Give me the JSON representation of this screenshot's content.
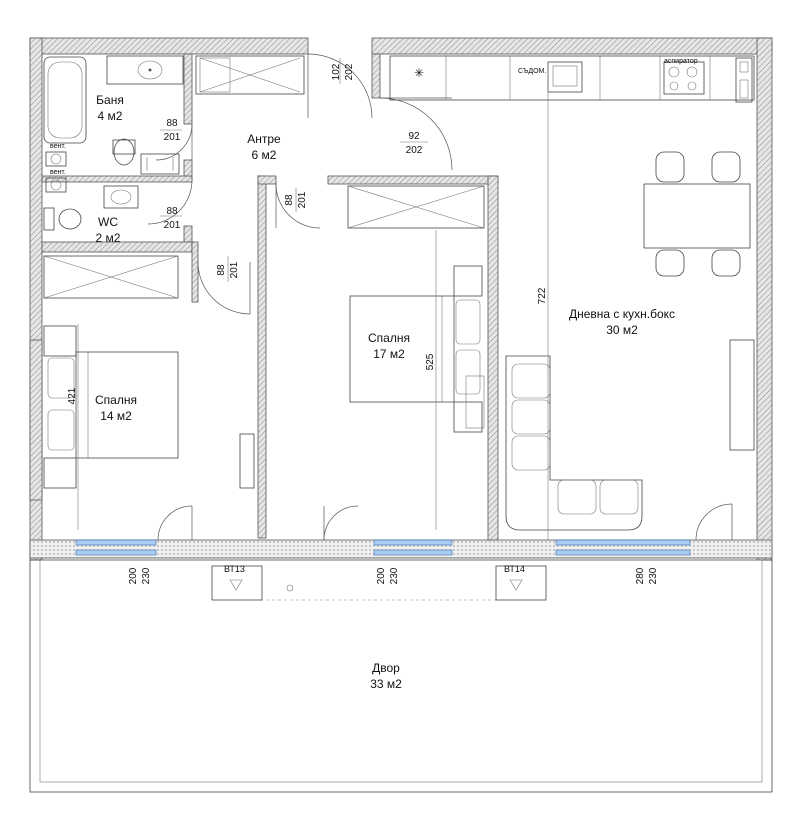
{
  "rooms": {
    "bath": {
      "name": "Баня",
      "area": "4 м2"
    },
    "hall": {
      "name": "Антре",
      "area": "6 м2"
    },
    "wc": {
      "name": "WC",
      "area": "2 м2"
    },
    "bedroom1": {
      "name": "Спалня",
      "area": "14 м2"
    },
    "bedroom2": {
      "name": "Спалня",
      "area": "17 м2"
    },
    "living": {
      "name": "Дневна с кухн.бокс",
      "area": "30 м2"
    },
    "yard": {
      "name": "Двор",
      "area": "33 м2"
    }
  },
  "doors": [
    {
      "w": "88",
      "h": "201"
    },
    {
      "w": "102",
      "h": "202"
    },
    {
      "w": "92",
      "h": "202"
    },
    {
      "w": "88",
      "h": "201"
    },
    {
      "w": "88",
      "h": "201"
    },
    {
      "w": "88",
      "h": "201"
    }
  ],
  "windows": [
    {
      "w": "200",
      "h": "230"
    },
    {
      "w": "200",
      "h": "230"
    },
    {
      "w": "280",
      "h": "230"
    }
  ],
  "dimensions": {
    "bedroom1_depth": "421",
    "bedroom2_depth": "525",
    "living_depth": "722"
  },
  "annotations": {
    "vent": "вент.",
    "dishwasher": "СЪДОМ.",
    "hood": "аспиратор",
    "units": [
      "ВТ13",
      "ВТ14"
    ]
  },
  "colors": {
    "wall_hatch": "#8a8a8a",
    "window_glass": "#a9cdf0"
  }
}
